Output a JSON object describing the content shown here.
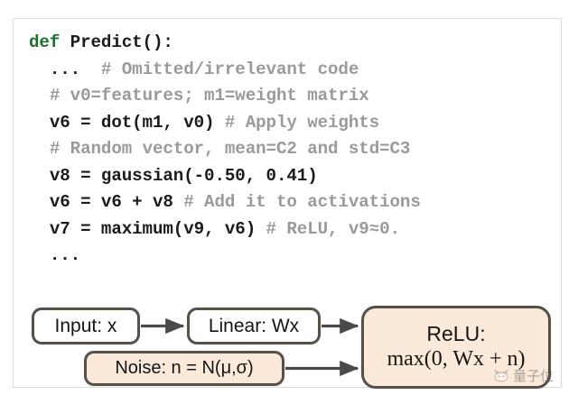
{
  "figure": {
    "code": {
      "lines": [
        [
          {
            "t": "def ",
            "s": "kw"
          },
          {
            "t": "Predict():",
            "s": "codetxt"
          }
        ],
        [
          {
            "t": "  ...  ",
            "s": "codetxt"
          },
          {
            "t": "# Omitted/irrelevant code",
            "s": "cmt"
          }
        ],
        [
          {
            "t": "  ",
            "s": "codetxt"
          },
          {
            "t": "# v0=features; m1=weight matrix",
            "s": "cmt"
          }
        ],
        [
          {
            "t": "  v6 = dot(m1, v0) ",
            "s": "codetxt"
          },
          {
            "t": "# Apply weights",
            "s": "cmt"
          }
        ],
        [
          {
            "t": "  ",
            "s": "codetxt"
          },
          {
            "t": "# Random vector, mean=C2 and std=C3",
            "s": "cmt"
          }
        ],
        [
          {
            "t": "  v8 = gaussian(-0.50, 0.41)",
            "s": "codetxt"
          }
        ],
        [
          {
            "t": "  v6 = v6 + v8 ",
            "s": "codetxt"
          },
          {
            "t": "# Add it to activations",
            "s": "cmt"
          }
        ],
        [
          {
            "t": "  v7 = maximum(v9, v6) ",
            "s": "codetxt"
          },
          {
            "t": "# ReLU, v9≈0.",
            "s": "cmt"
          }
        ],
        [
          {
            "t": "  ...",
            "s": "codetxt"
          }
        ]
      ]
    },
    "diagram": {
      "nodes": {
        "input": {
          "label": "Input: x"
        },
        "linear": {
          "label": "Linear: Wx"
        },
        "noise": {
          "label": "Noise: n = N(μ,σ)"
        },
        "relu": {
          "title": "ReLU:",
          "formula": "max(0, Wx + n)"
        }
      },
      "edges": [
        {
          "from": "input",
          "to": "linear"
        },
        {
          "from": "linear",
          "to": "relu"
        },
        {
          "from": "noise",
          "to": "relu"
        }
      ],
      "colors": {
        "node_border": "#555048",
        "node_fill_white": "#ffffff",
        "node_fill_cream": "#fbeada",
        "arrow": "#4a4a4a"
      }
    },
    "watermark": {
      "text": "量子位",
      "icon": "cat-face-icon"
    },
    "palette": {
      "keyword_green": "#1f6f2e",
      "comment_gray": "#9a9a9a",
      "code_black": "#1b1b1b",
      "panel_border": "#dcdcdc"
    }
  }
}
